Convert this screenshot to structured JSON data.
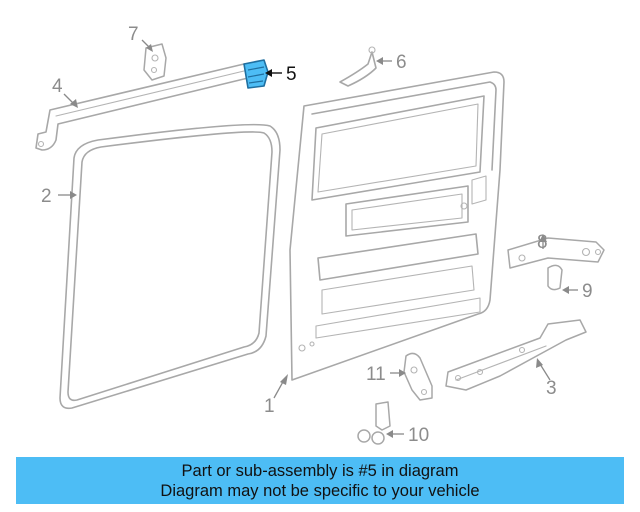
{
  "diagram": {
    "callouts": [
      "1",
      "2",
      "3",
      "4",
      "5",
      "6",
      "7",
      "8",
      "9",
      "10",
      "11"
    ],
    "highlighted_part": "5",
    "highlight_color": "#4dbdf5"
  },
  "banner": {
    "line1": "Part or sub-assembly is #5 in diagram",
    "line2": "Diagram may not be specific to your vehicle",
    "background": "#4dbdf5"
  }
}
